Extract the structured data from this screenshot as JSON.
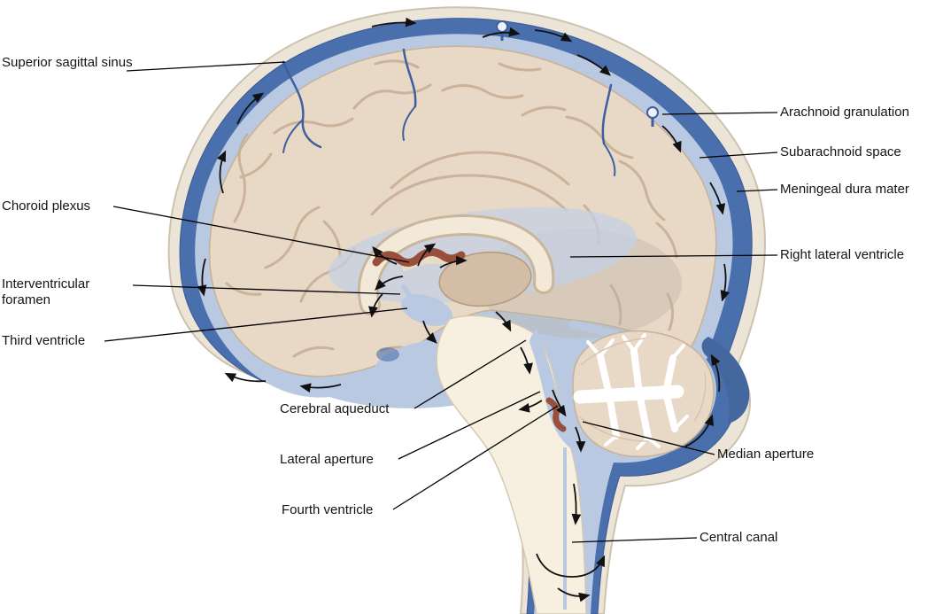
{
  "labels": {
    "superior_sagittal_sinus": "Superior sagittal sinus",
    "choroid_plexus": "Choroid plexus",
    "interventricular_foramen": "Interventricular foramen",
    "third_ventricle": "Third ventricle",
    "cerebral_aqueduct": "Cerebral aqueduct",
    "lateral_aperture": "Lateral aperture",
    "fourth_ventricle": "Fourth ventricle",
    "arachnoid_granulation": "Arachnoid granulation",
    "subarachnoid_space": "Subarachnoid space",
    "meningeal_dura_mater": "Meningeal dura mater",
    "right_lateral_ventricle": "Right lateral ventricle",
    "median_aperture": "Median aperture",
    "central_canal": "Central canal"
  },
  "colors": {
    "dura_blue": "#4a6fad",
    "csf_light_blue": "#b9c9e2",
    "brain_tan": "#e8d8c6",
    "gyri_line": "#c6ad92",
    "skull_cream": "#ece4d6",
    "choroid_red": "#9a4f3c",
    "white_matter": "#ffffff",
    "arrow_black": "#111111",
    "label_text": "#141414"
  }
}
